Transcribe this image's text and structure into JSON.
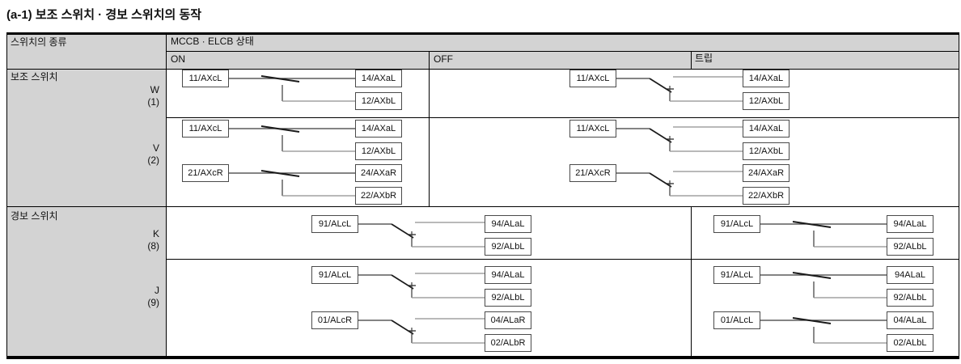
{
  "title": "(a-1) 보조 스위치 · 경보 스위치의 동작",
  "colors": {
    "header_bg": "#d3d3d3",
    "grid_border": "#000000",
    "wire_dark": "#3a3a3a",
    "wire_gray": "#8f8f8f",
    "blade": "#1a1a1a",
    "box_border": "#4a4a4a"
  },
  "table": {
    "type_header": "스위치의 종류",
    "status_header": "MCCB · ELCB 상태",
    "state_headers": [
      "ON",
      "OFF",
      "트립"
    ],
    "sections": [
      {
        "name": "보조 스위치"
      },
      {
        "name": "경보 스위치"
      }
    ],
    "rows": [
      {
        "id": "W",
        "label": "W",
        "sub": "(1)",
        "section": 0,
        "cells": [
          {
            "span": "ON",
            "groups": [
              {
                "c": "11/AXcL",
                "a": "14/AXaL",
                "b": "12/AXbL",
                "closed": "a"
              }
            ]
          },
          {
            "span": "OFF+트립",
            "groups": [
              {
                "c": "11/AXcL",
                "a": "14/AXaL",
                "b": "12/AXbL",
                "closed": "b"
              }
            ]
          }
        ]
      },
      {
        "id": "V",
        "label": "V",
        "sub": "(2)",
        "section": 0,
        "cells": [
          {
            "span": "ON",
            "groups": [
              {
                "c": "11/AXcL",
                "a": "14/AXaL",
                "b": "12/AXbL",
                "closed": "a"
              },
              {
                "c": "21/AXcR",
                "a": "24/AXaR",
                "b": "22/AXbR",
                "closed": "a"
              }
            ]
          },
          {
            "span": "OFF+트립",
            "groups": [
              {
                "c": "11/AXcL",
                "a": "14/AXaL",
                "b": "12/AXbL",
                "closed": "b"
              },
              {
                "c": "21/AXcR",
                "a": "24/AXaR",
                "b": "22/AXbR",
                "closed": "b"
              }
            ]
          }
        ]
      },
      {
        "id": "K",
        "label": "K",
        "sub": "(8)",
        "section": 1,
        "cells": [
          {
            "span": "ON+OFF",
            "groups": [
              {
                "c": "91/ALcL",
                "a": "94/ALaL",
                "b": "92/ALbL",
                "closed": "b"
              }
            ]
          },
          {
            "span": "트립",
            "groups": [
              {
                "c": "91/ALcL",
                "a": "94/ALaL",
                "b": "92/ALbL",
                "closed": "a"
              }
            ]
          }
        ]
      },
      {
        "id": "J",
        "label": "J",
        "sub": "(9)",
        "section": 1,
        "cells": [
          {
            "span": "ON+OFF",
            "groups": [
              {
                "c": "91/ALcL",
                "a": "94/ALaL",
                "b": "92/ALbL",
                "closed": "b"
              },
              {
                "c": "01/ALcR",
                "a": "04/ALaR",
                "b": "02/ALbR",
                "closed": "b"
              }
            ]
          },
          {
            "span": "트립",
            "groups": [
              {
                "c": "91/ALcL",
                "a": "94ALaL",
                "b": "92/ALbL",
                "closed": "a"
              },
              {
                "c": "01/ALcL",
                "a": "04/ALaL",
                "b": "02/ALbL",
                "closed": "a"
              }
            ]
          }
        ]
      }
    ]
  }
}
